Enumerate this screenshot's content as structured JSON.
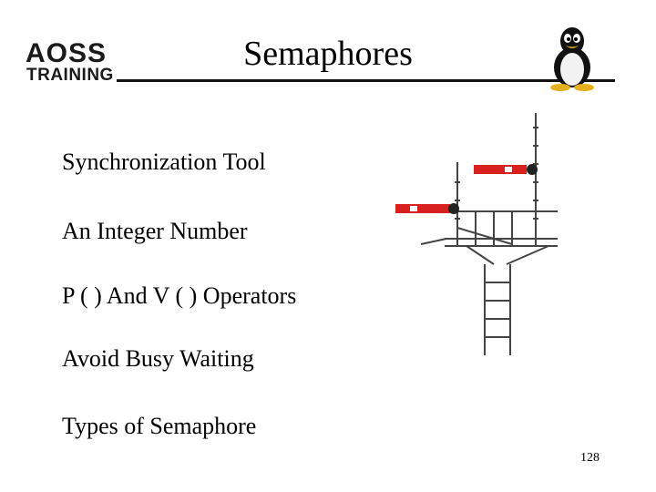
{
  "logo": {
    "line1": "AOSS",
    "line2": "TRAINING"
  },
  "slide": {
    "title": "Semaphores",
    "bullets": [
      "Synchronization Tool",
      "An Integer Number",
      "P ( ) And V ( ) Operators",
      "Avoid Busy Waiting",
      "Types of Semaphore"
    ],
    "page_number": "128"
  },
  "images": {
    "mascot": "tux-penguin-icon",
    "illustration": "railway-semaphore-signal-image"
  },
  "colors": {
    "signal_arm": "#d8201e",
    "rule": "#111111",
    "text": "#000000"
  }
}
